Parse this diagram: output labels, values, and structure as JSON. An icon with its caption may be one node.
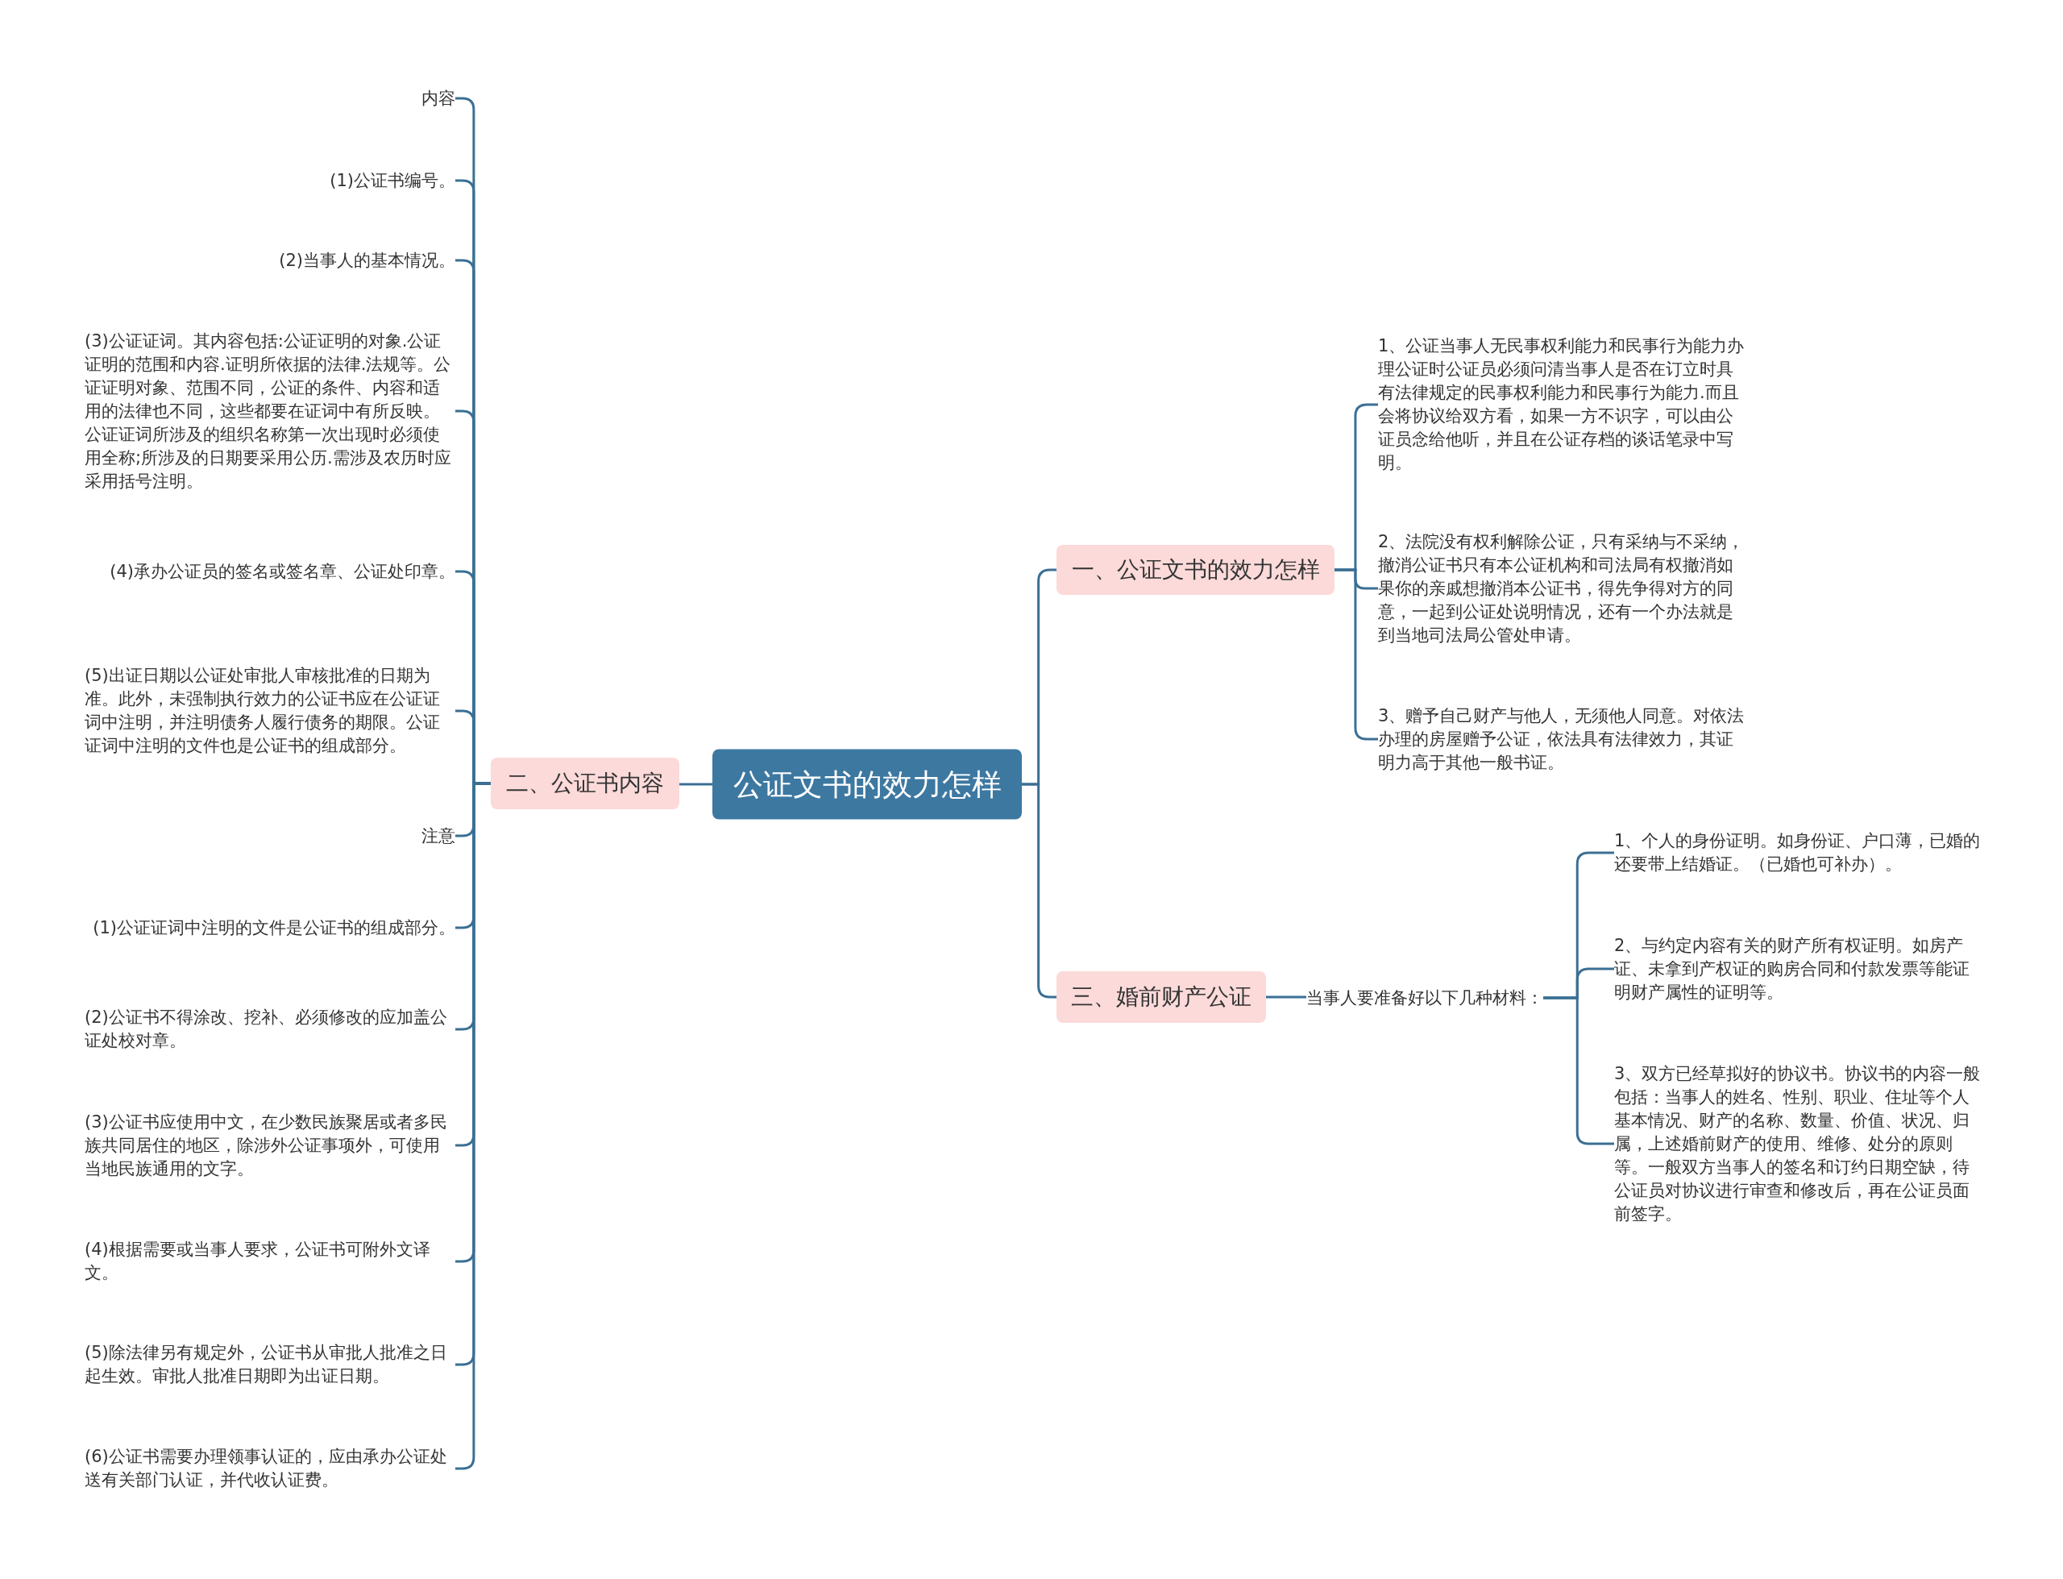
{
  "diagram": {
    "nodes": [
      {
        "text": [
          "公证文书的效力怎样"
        ]
      },
      {
        "text": [
          "一、公证文书的效力怎样"
        ]
      },
      {
        "text": [
          "1、公证当事人无民事权利能力和民事行为能力办理公证时公证员必须问清当事人是否在订立时具有法律规定的民事权利能力和民事行为能力.而且会将协议给双方看，如果一方不识字，可以由公证员念给他听，并且在公证存档的谈话笔录中写明。"
        ]
      },
      {
        "text": [
          "2、法院没有权利解除公证，只有采纳与不采纳，撤消公证书只有本公证机构和司法局有权撤消如果你的亲戚想撤消本公证书，得先争得对方的同意，一起到公证处说明情况，还有一个办法就是到当地司法局公管处申请。"
        ]
      },
      {
        "text": [
          "3、赠予自己财产与他人，无须他人同意。对依法办理的房屋赠予公证，依法具有法律效力，其证明力高于其他一般书证。"
        ]
      },
      {
        "text": [
          "三、婚前财产公证"
        ]
      },
      {
        "text": [
          "当事人要准备好以下几种材料："
        ]
      },
      {
        "text": [
          "1、个人的身份证明。如身份证、户口薄，已婚的还要带上结婚证。（已婚也可补办）。"
        ]
      },
      {
        "text": [
          "2、与约定内容有关的财产所有权证明。如房产证、未拿到产权证的购房合同和付款发票等能证明财产属性的证明等。"
        ]
      },
      {
        "text": [
          "3、双方已经草拟好的协议书。协议书的内容一般包括：当事人的姓名、性别、职业、住址等个人基本情况、财产的名称、数量、价值、状况、归属，上述婚前财产的使用、维修、处分的原则等。一般双方当事人的签名和订约日期空缺，待公证员对协议进行审查和修改后，再在公证员面前签字。"
        ]
      },
      {
        "text": [
          "二、公证书内容"
        ]
      },
      {
        "text": [
          "内容"
        ]
      },
      {
        "text": [
          "(1)公证书编号。"
        ]
      },
      {
        "text": [
          "(2)当事人的基本情况。"
        ]
      },
      {
        "text": [
          "(3)公证证词。其内容包括:公证证明的对象.公证证明的范围和内容.证明所依据的法律.法规等。公证证明对象、范围不同，公证的条件、内容和适用的法律也不同，这些都要在证词中有所反映。公证证词所涉及的组织名称第一次出现时必须使用全称;所涉及的日期要采用公历.需涉及农历时应采用括号注明。"
        ]
      },
      {
        "text": [
          "(4)承办公证员的签名或签名章、公证处印章。"
        ]
      },
      {
        "text": [
          "(5)出证日期以公证处审批人审核批准的日期为准。此外，未强制执行效力的公证书应在公证证词中注明，并注明债务人履行债务的期限。公证证词中注明的文件也是公证书的组成部分。"
        ]
      },
      {
        "text": [
          "注意"
        ]
      },
      {
        "text": [
          "(1)公证证词中注明的文件是公证书的组成部分。"
        ]
      },
      {
        "text": [
          "(2)公证书不得涂改、挖补、必须修改的应加盖公证处校对章。"
        ]
      },
      {
        "text": [
          "(3)公证书应使用中文，在少数民族聚居或者多民族共同居住的地区，除涉外公证事项外，可使用当地民族通用的文字。"
        ]
      },
      {
        "text": [
          "(4)根据需要或当事人要求，公证书可附外文译文。"
        ]
      },
      {
        "text": [
          "(5)除法律另有规定外，公证书从审批人批准之日起生效。审批人批准日期即为出证日期。"
        ]
      },
      {
        "text": [
          "(6)公证书需要办理领事认证的，应由承办公证处送有关部门认证，并代收认证费。"
        ]
      }
    ],
    "edges": [
      {
        "from": 0,
        "to": 1,
        "arrow": "none"
      },
      {
        "from": 1,
        "to": 2,
        "arrow": "none"
      },
      {
        "from": 1,
        "to": 3,
        "arrow": "none"
      },
      {
        "from": 1,
        "to": 4,
        "arrow": "none"
      },
      {
        "from": 0,
        "to": 5,
        "arrow": "none"
      },
      {
        "from": 5,
        "to": 6,
        "arrow": "none"
      },
      {
        "from": 6,
        "to": 7,
        "arrow": "none"
      },
      {
        "from": 6,
        "to": 8,
        "arrow": "none"
      },
      {
        "from": 6,
        "to": 9,
        "arrow": "none"
      },
      {
        "from": 0,
        "to": 10,
        "arrow": "none"
      },
      {
        "from": 10,
        "to": 11,
        "arrow": "none"
      },
      {
        "from": 10,
        "to": 12,
        "arrow": "none"
      },
      {
        "from": 10,
        "to": 13,
        "arrow": "none"
      },
      {
        "from": 10,
        "to": 14,
        "arrow": "none"
      },
      {
        "from": 10,
        "to": 15,
        "arrow": "none"
      },
      {
        "from": 10,
        "to": 16,
        "arrow": "none"
      },
      {
        "from": 10,
        "to": 17,
        "arrow": "none"
      },
      {
        "from": 10,
        "to": 18,
        "arrow": "none"
      },
      {
        "from": 10,
        "to": 19,
        "arrow": "none"
      },
      {
        "from": 10,
        "to": 20,
        "arrow": "none"
      },
      {
        "from": 10,
        "to": 21,
        "arrow": "none"
      },
      {
        "from": 10,
        "to": 22,
        "arrow": "none"
      },
      {
        "from": 10,
        "to": 23,
        "arrow": "none"
      }
    ]
  }
}
